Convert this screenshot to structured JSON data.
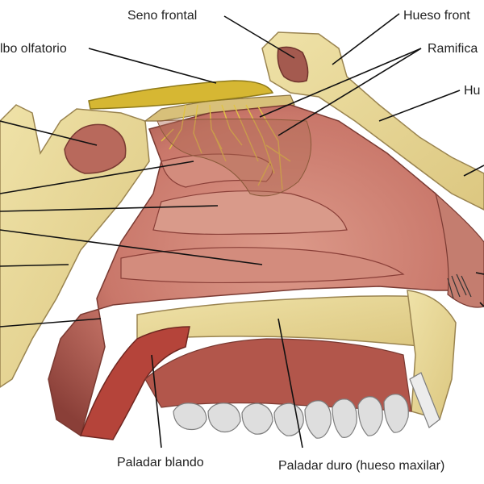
{
  "labels": {
    "seno_frontal": "Seno frontal",
    "hueso_frontal": "Hueso front",
    "bulbo_olfatorio": "lbo olfatorio",
    "ramificaciones": "Ramifica",
    "hueso_nasal": "Hu",
    "paladar_blando": "Paladar blando",
    "paladar_duro": "Paladar duro (hueso maxilar)"
  },
  "colors": {
    "bone": "#e9d99a",
    "bone_spot": "#5a4a2a",
    "mucosa": "#c9776a",
    "mucosa_dark": "#8a3f38",
    "nerve": "#d6b733",
    "muscle": "#b5443a",
    "tooth": "#d9d9d9",
    "leader": "#111111"
  }
}
